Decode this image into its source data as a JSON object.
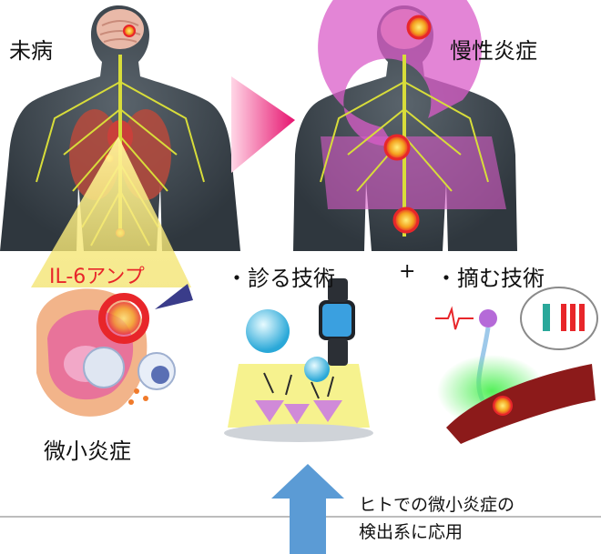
{
  "labels": {
    "pre_disease": "未病",
    "chronic_inflammation": "慢性炎症",
    "il6_amp": "IL-6アンプ",
    "diagnose_tech": "・診る技術",
    "plus": "+",
    "remove_tech": "・摘む技術",
    "micro_inflammation": "微小炎症",
    "application_line1": "ヒトでの微小炎症の",
    "application_line2": "検出系に応用"
  },
  "colors": {
    "il6_label": "#e8262a",
    "arrow_magenta": "#e6136f",
    "arrow_blue": "#5b9bd5",
    "nerve_yellow": "#d8dd3a",
    "body_dark": "#3a4249",
    "inflamed_pink": "#d95cc8"
  },
  "icons": {
    "watch": "smartwatch-icon",
    "neuron": "neuron-icon",
    "blood_vessel": "blood-vessel-icon"
  }
}
